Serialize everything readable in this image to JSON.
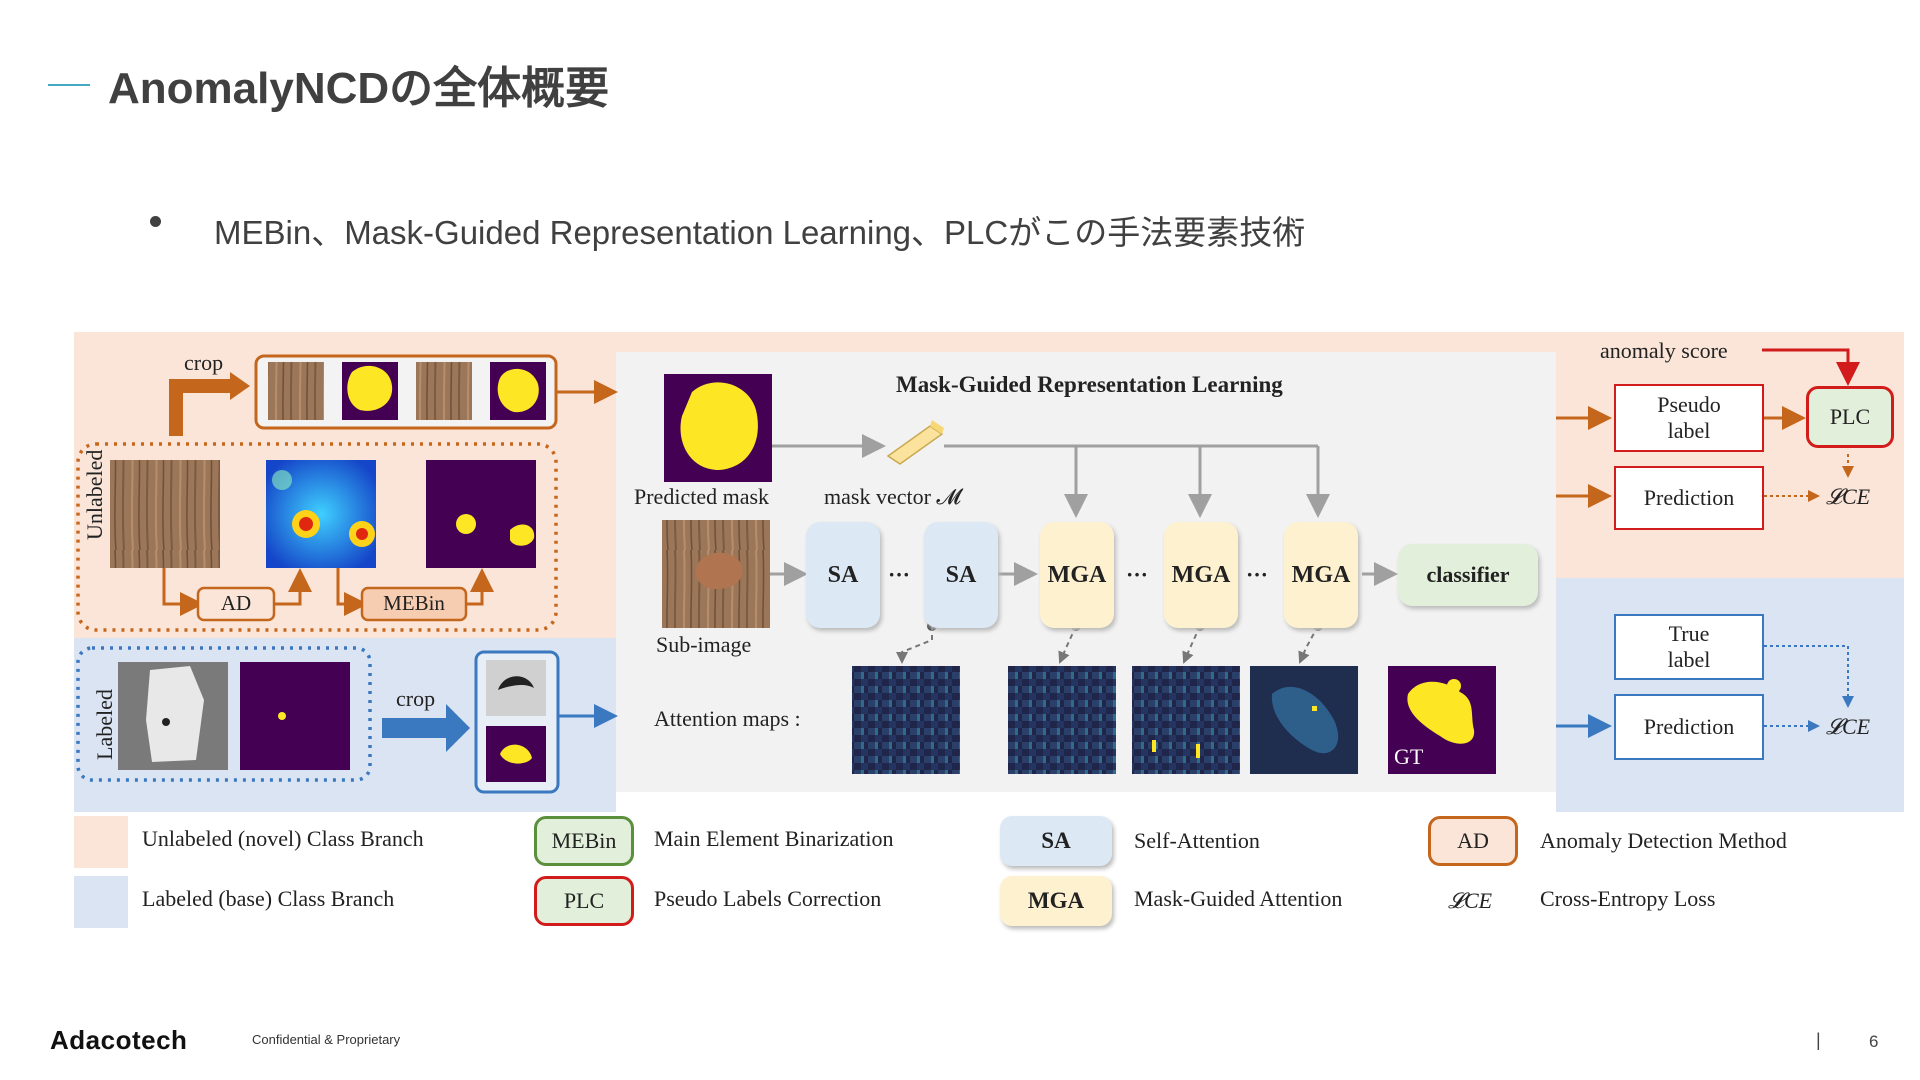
{
  "header": {
    "title": "AnomalyNCDの全体概要",
    "bullet": "MEBin、Mask-Guided Representation Learning、PLCがこの手法要素技術"
  },
  "diagram": {
    "section_title": "Mask-Guided Representation Learning",
    "crop_top": "crop",
    "crop_bottom": "crop",
    "unlabeled_side": "Unlabeled",
    "labeled_side": "Labeled",
    "ad_box": "AD",
    "mebin_box": "MEBin",
    "predicted_mask": "Predicted mask",
    "mask_vector": "mask vector 𝓜",
    "sub_image": "Sub-image",
    "attention_maps": "Attention maps :",
    "sa": "SA",
    "mga": "MGA",
    "dots": "···",
    "classifier": "classifier",
    "gt": "GT",
    "anomaly_score": "anomaly score",
    "pseudo_label": "Pseudo label",
    "plc": "PLC",
    "prediction": "Prediction",
    "true_label": "True label",
    "loss": "𝓛CE"
  },
  "legend": {
    "unlabeled_branch": "Unlabeled (novel) Class Branch",
    "labeled_branch": "Labeled (base) Class Branch",
    "mebin_key": "MEBin",
    "mebin_desc": "Main Element Binarization",
    "plc_key": "PLC",
    "plc_desc": "Pseudo Labels Correction",
    "sa_key": "SA",
    "sa_desc": "Self-Attention",
    "mga_key": "MGA",
    "mga_desc": "Mask-Guided Attention",
    "ad_key": "AD",
    "ad_desc": "Anomaly Detection Method",
    "loss_key": "𝓛CE",
    "loss_desc": "Cross-Entropy Loss"
  },
  "colors": {
    "unlabeled_bg": "#fae5d8",
    "labeled_bg": "#dbe4f3",
    "center_panel": "#f2f2f2",
    "orange": "#c5661d",
    "blue": "#3a78c0",
    "red": "#d21c1c",
    "green": "#5a8f3c",
    "sa_fill": "#dde8f5",
    "mga_fill": "#fdf1cf",
    "classifier_fill": "#e2efda",
    "viridis_dark": "#440154",
    "viridis_yellow": "#fde725"
  },
  "footer": {
    "brand": "Adacotech",
    "confidential": "Confidential & Proprietary",
    "separator": "|",
    "page_number": "6"
  }
}
